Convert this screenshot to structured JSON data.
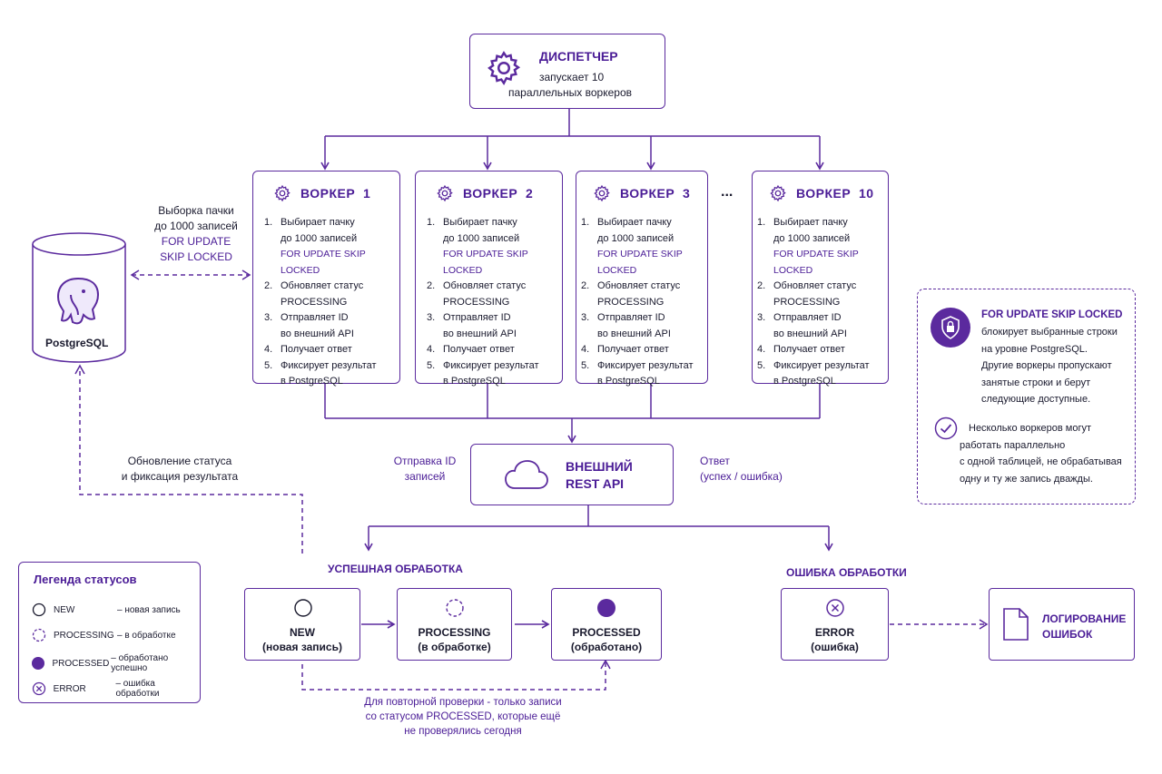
{
  "dispatcher": {
    "title": "ДИСПЕТЧЕР",
    "line1": "запускает 10",
    "line2": "параллельных воркеров"
  },
  "workers": [
    {
      "title": "ВОРКЕР  1"
    },
    {
      "title": "ВОРКЕР  2"
    },
    {
      "title": "ВОРКЕР  3"
    },
    {
      "title": "ВОРКЕР  10"
    }
  ],
  "ellipsis": "...",
  "steps": {
    "s1a": "Выбирает пачку",
    "s1b": "до 1000 записей",
    "s1c": "FOR UPDATE SKIP LOCKED",
    "s2a": "Обновляет статус",
    "s2b": "PROCESSING",
    "s3a": "Отправляет ID",
    "s3b": "во внешний API",
    "s4": "Получает ответ",
    "s5a": "Фиксирует результат",
    "s5b": "в PostgreSQL"
  },
  "db": {
    "label": "PostgreSQL",
    "select_l1": "Выборка пачки",
    "select_l2": "до 1000 записей",
    "select_l3": "FOR UPDATE",
    "select_l4": "SKIP LOCKED",
    "update_l1": "Обновление статуса",
    "update_l2": "и фиксация результата"
  },
  "api": {
    "l1": "ВНЕШНИЙ",
    "l2": "REST API",
    "send_l1": "Отправка ID",
    "send_l2": "записей",
    "resp_l1": "Ответ",
    "resp_l2": "(успех / ошибка)"
  },
  "info": {
    "title": "FOR UPDATE SKIP LOCKED",
    "p1": "блокирует выбранные строки",
    "p2": "на уровне PostgreSQL.",
    "p3": "Другие воркеры пропускают",
    "p4": "занятые строки и берут",
    "p5": "следующие доступные.",
    "q1": "Несколько воркеров могут",
    "q2": "работать параллельно",
    "q3": "с одной таблицей, не обрабатывая",
    "q4": "одну и ту же запись дважды."
  },
  "legend": {
    "title": "Легенда статусов",
    "rows": [
      {
        "key": "NEW",
        "desc": "– новая запись"
      },
      {
        "key": "PROCESSING",
        "desc": "– в обработке"
      },
      {
        "key": "PROCESSED",
        "desc": "– обработано успешно"
      },
      {
        "key": "ERROR",
        "desc": "– ошибка обработки"
      }
    ]
  },
  "flow": {
    "success_title": "УСПЕШНАЯ ОБРАБОТКА",
    "error_title": "ОШИБКА ОБРАБОТКИ",
    "new_l1": "NEW",
    "new_l2": "(новая запись)",
    "proc_l1": "PROCESSING",
    "proc_l2": "(в обработке)",
    "done_l1": "PROCESSED",
    "done_l2": "(обработано)",
    "err_l1": "ERROR",
    "err_l2": "(ошибка)",
    "log_l1": "ЛОГИРОВАНИЕ",
    "log_l2": "ОШИБОК",
    "recheck_l1": "Для повторной проверки - только записи",
    "recheck_l2": "со статусом PROCESSED, которые ещё",
    "recheck_l3": "не проверялись сегодня"
  },
  "colors": {
    "accent": "#5b2a9e",
    "accent_text": "#4a1c96",
    "border": "#6b3aa8"
  }
}
